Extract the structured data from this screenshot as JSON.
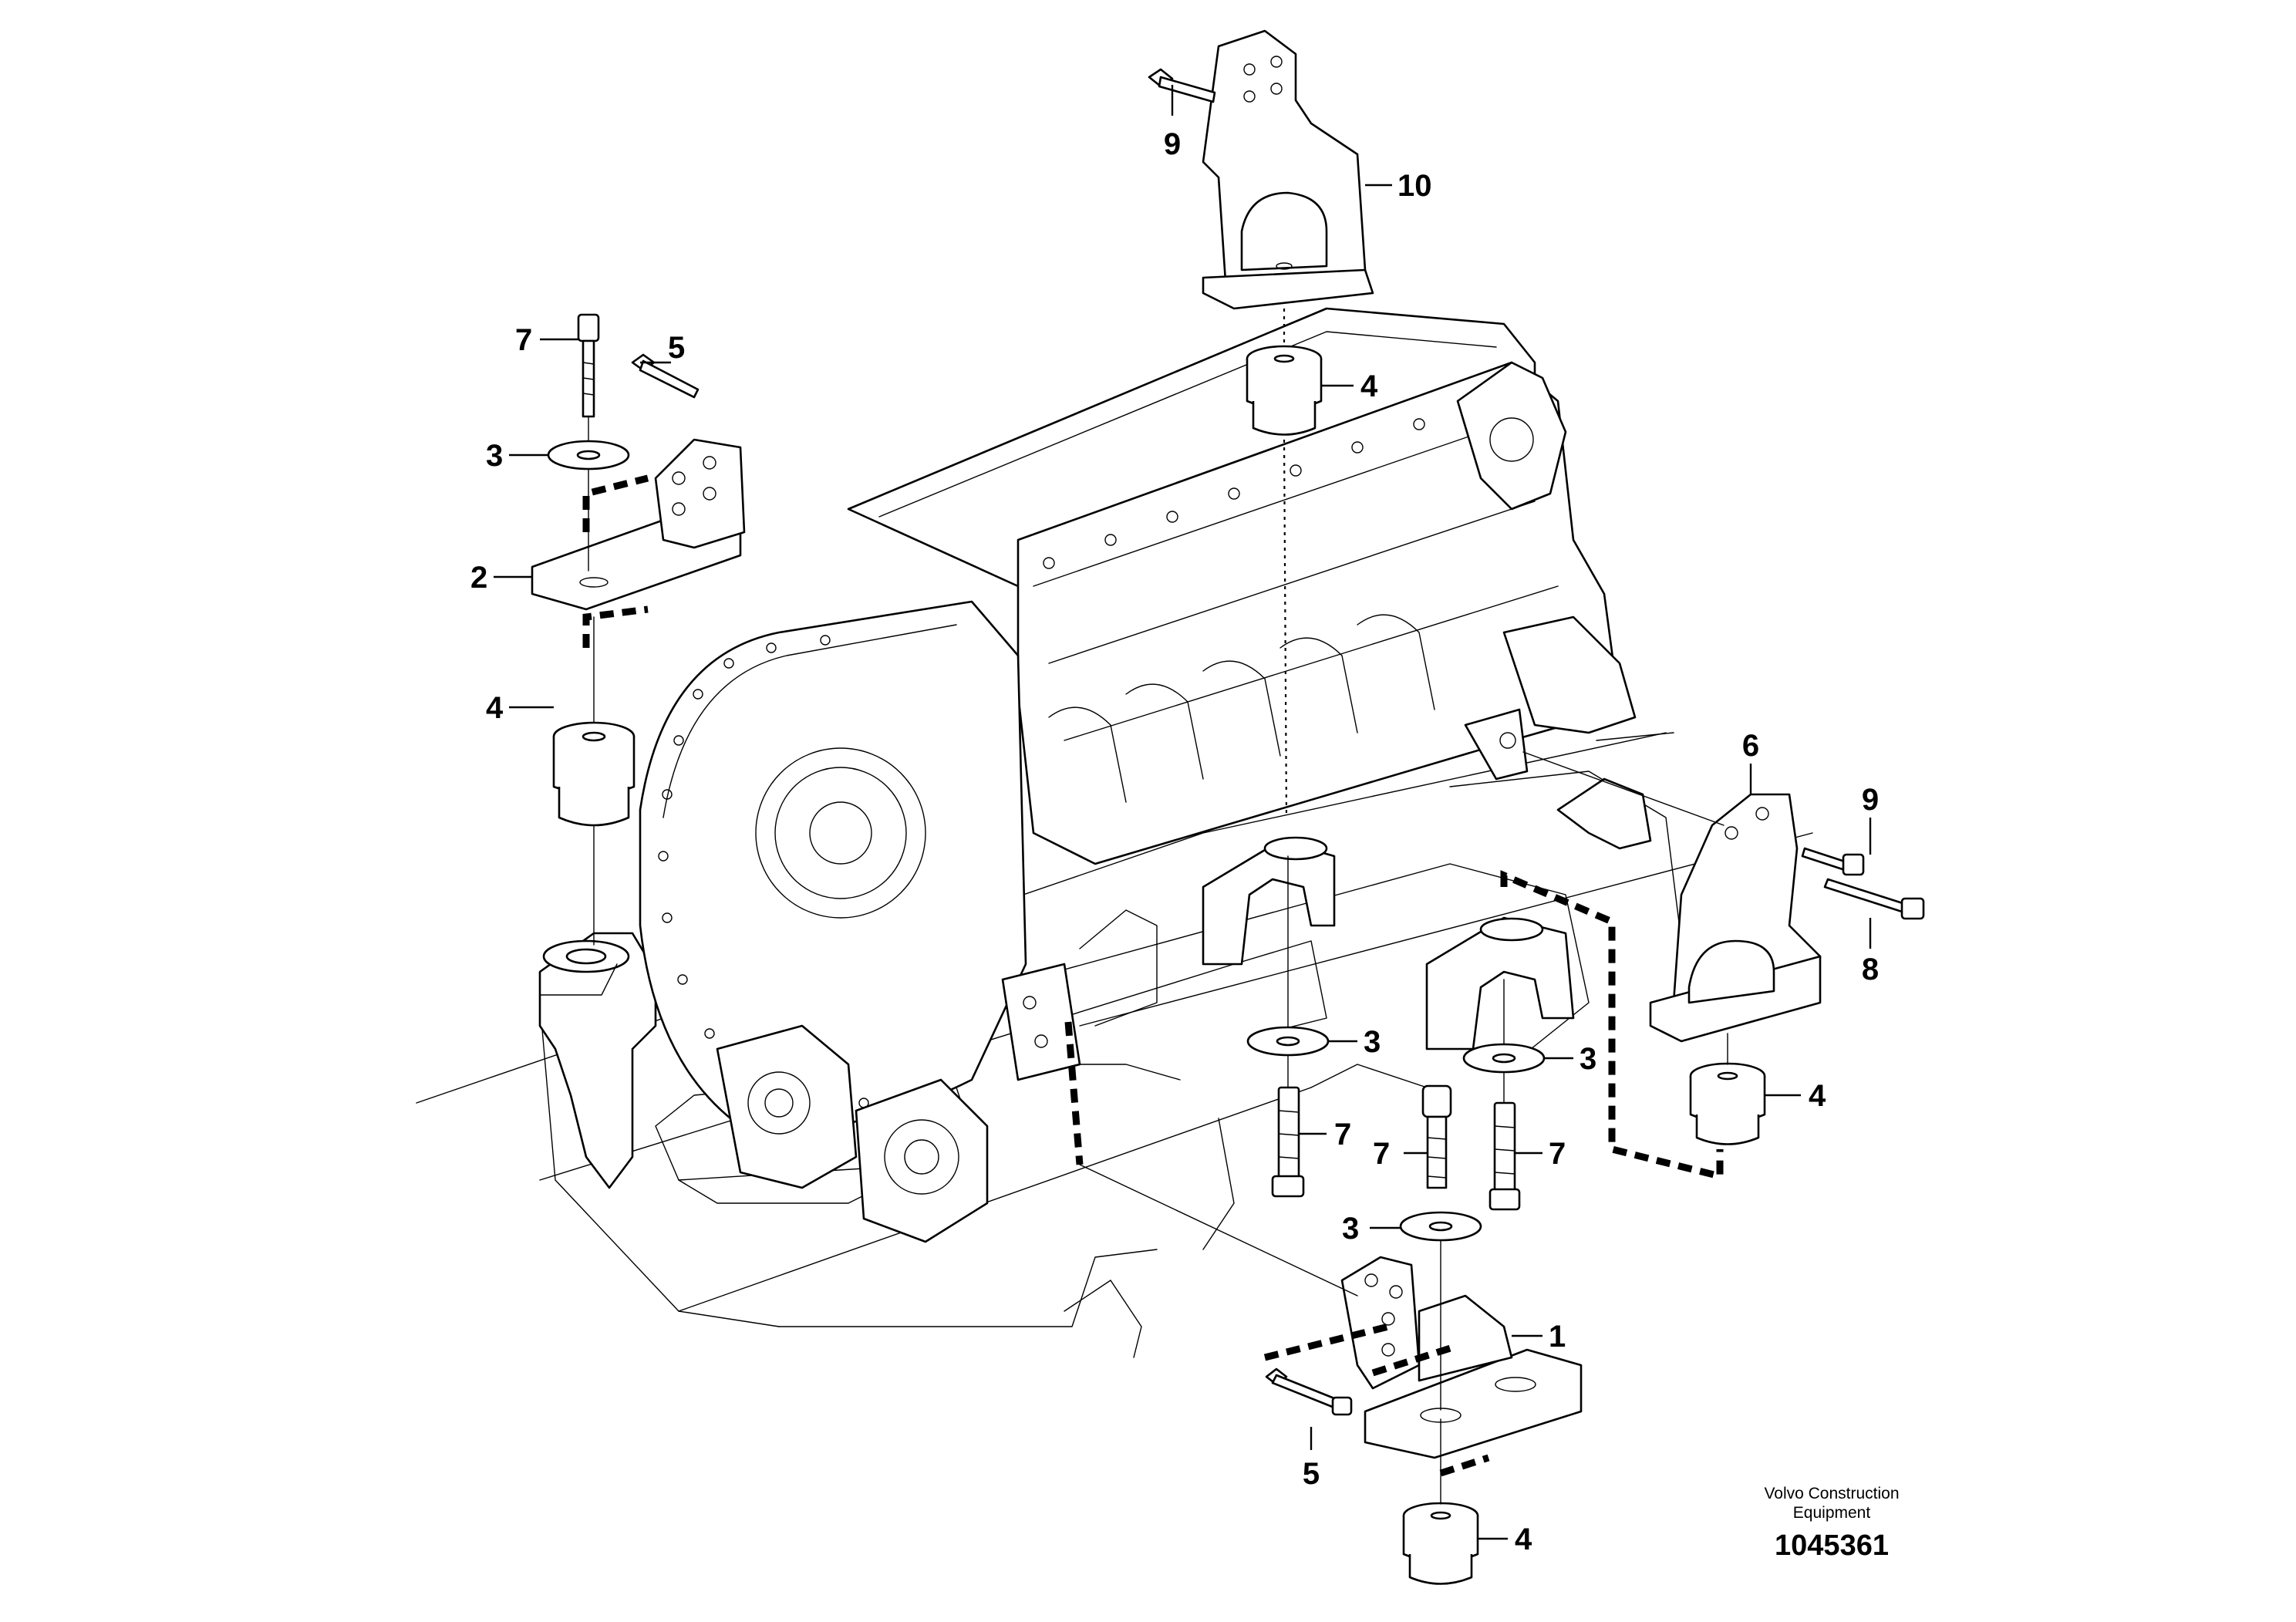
{
  "callouts": {
    "c1": "1",
    "c2": "2",
    "c3a": "3",
    "c3b": "3",
    "c3c": "3",
    "c3d": "3",
    "c4a": "4",
    "c4b": "4",
    "c4c": "4",
    "c4d": "4",
    "c5a": "5",
    "c5b": "5",
    "c6": "6",
    "c7a": "7",
    "c7b": "7",
    "c7c": "7",
    "c7d": "7",
    "c8": "8",
    "c9a": "9",
    "c9b": "9",
    "c10": "10"
  },
  "footer": {
    "brand_line1": "Volvo Construction",
    "brand_line2": "Equipment",
    "doc_number": "1045361"
  }
}
